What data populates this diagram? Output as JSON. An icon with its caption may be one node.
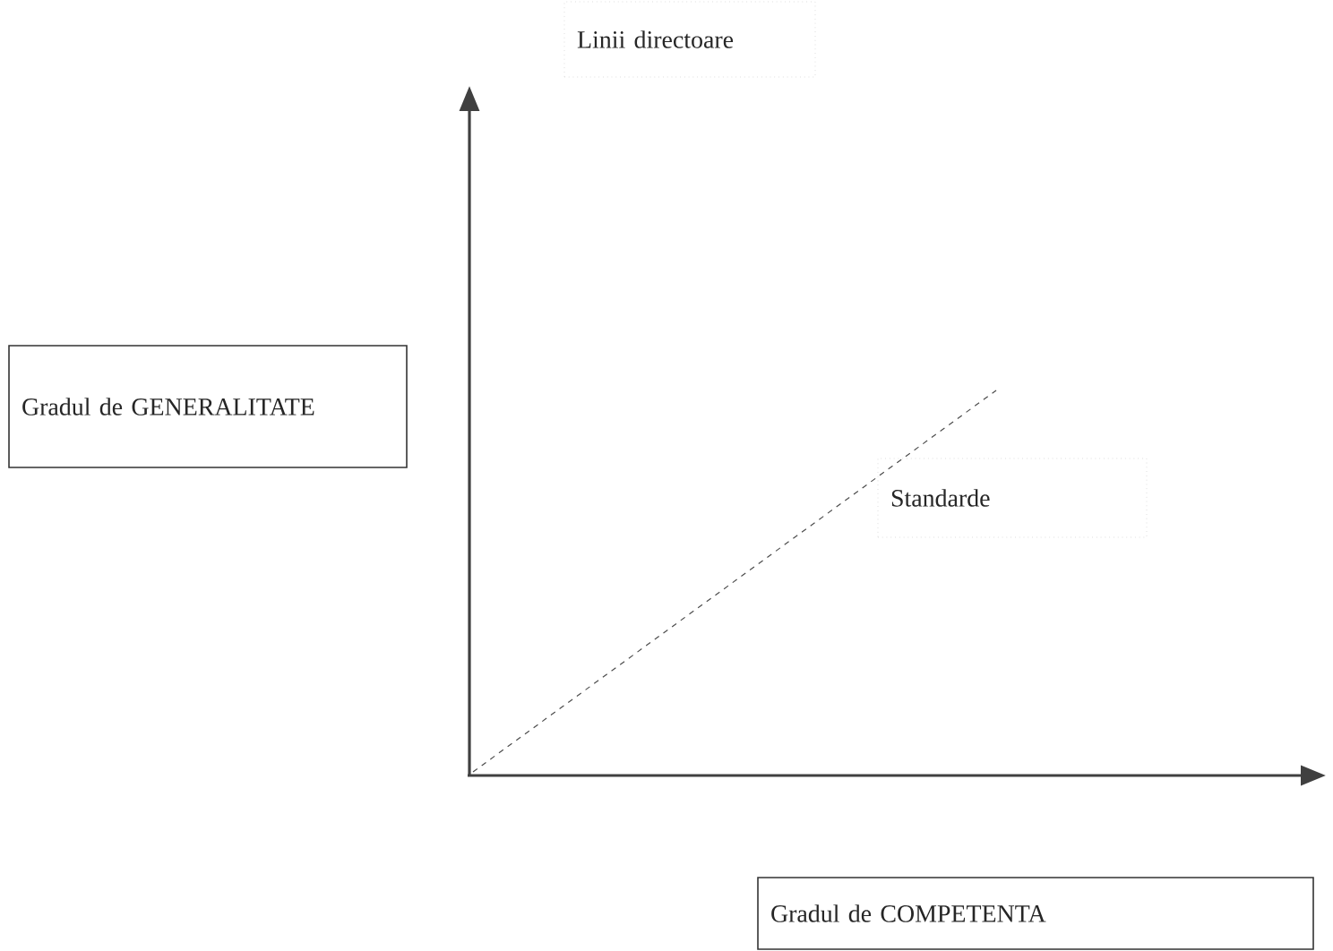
{
  "diagram": {
    "nodes": [
      {
        "text": [
          "Linii directoare"
        ]
      },
      {
        "text": [
          "Gradul de GENERALITATE"
        ]
      },
      {
        "text": [
          "Standarde"
        ]
      },
      {
        "text": [
          "Gradul de COMPETENTA"
        ]
      }
    ]
  }
}
